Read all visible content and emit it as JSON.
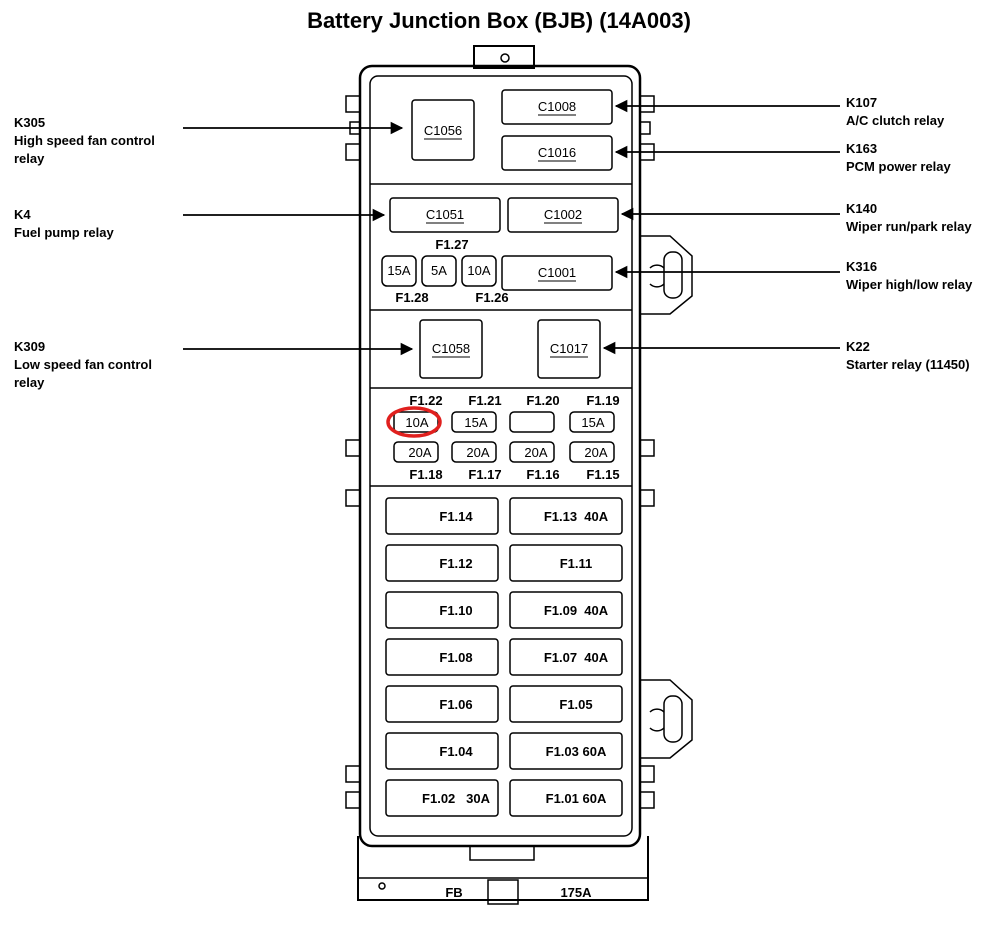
{
  "title": "Battery Junction Box (BJB) (14A003)",
  "left_labels": [
    {
      "id": "K305",
      "desc1": "High speed fan control",
      "desc2": "relay"
    },
    {
      "id": "K4",
      "desc1": "Fuel pump relay",
      "desc2": ""
    },
    {
      "id": "K309",
      "desc1": "Low speed fan control",
      "desc2": "relay"
    }
  ],
  "right_labels": [
    {
      "id": "K107",
      "desc": "A/C clutch relay"
    },
    {
      "id": "K163",
      "desc": "PCM power relay"
    },
    {
      "id": "K140",
      "desc": "Wiper run/park relay"
    },
    {
      "id": "K316",
      "desc": "Wiper high/low relay"
    },
    {
      "id": "K22",
      "desc": "Starter relay (11450)"
    }
  ],
  "relays": {
    "c1056": "C1056",
    "c1008": "C1008",
    "c1016": "C1016",
    "c1051": "C1051",
    "c1002": "C1002",
    "c1001": "C1001",
    "c1058": "C1058",
    "c1017": "C1017"
  },
  "mini_fuses": {
    "f128_amp": "15A",
    "f127_amp": "5A",
    "f126_amp": "10A",
    "f127": "F1.27",
    "f128": "F1.28",
    "f126": "F1.26"
  },
  "small_fuses": {
    "top_labels": [
      "F1.22",
      "F1.21",
      "F1.20",
      "F1.19"
    ],
    "top_amps": [
      "10A",
      "15A",
      "",
      "15A"
    ],
    "bottom_amps": [
      "20A",
      "20A",
      "20A",
      "20A"
    ],
    "bottom_labels": [
      "F1.18",
      "F1.17",
      "F1.16",
      "F1.15"
    ]
  },
  "large_fuses": [
    {
      "left": "F1.14",
      "right": "F1.13  40A"
    },
    {
      "left": "F1.12",
      "right": "F1.11"
    },
    {
      "left": "F1.10",
      "right": "F1.09  40A"
    },
    {
      "left": "F1.08",
      "right": "F1.07  40A"
    },
    {
      "left": "F1.06",
      "right": "F1.05"
    },
    {
      "left": "F1.04",
      "right": "F1.03 60A"
    },
    {
      "left": "F1.02   30A",
      "right": "F1.01 60A"
    }
  ],
  "bottom": {
    "fb": "FB",
    "amp": "175A"
  },
  "highlight_color": "#e0201e"
}
